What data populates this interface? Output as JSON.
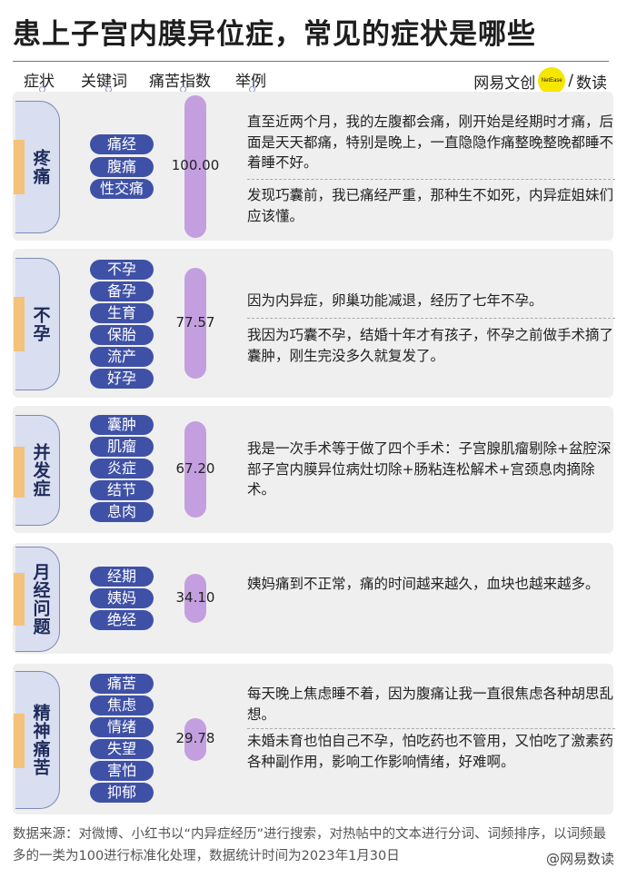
{
  "title": "患上子宫内膜异位症，常见的症状是哪些",
  "headers": {
    "symptom": "症状",
    "keywords": "关键词",
    "index": "痛苦指数",
    "examples": "举例"
  },
  "brand": {
    "name": "网易文创",
    "logo_text": "NetEase",
    "slash": "/",
    "sub": "数读"
  },
  "colors": {
    "keyword_pill": "#3f51a6",
    "bar": "#c49fe0",
    "tab_fill": "#d9def0",
    "tab_accent": "#f4c27a",
    "card": "#efefef"
  },
  "chart_data": {
    "type": "bar",
    "categories": [
      "疼痛",
      "不孕",
      "并发症",
      "月经问题",
      "精神痛苦"
    ],
    "values": [
      100.0,
      77.57,
      67.2,
      34.1,
      29.78
    ],
    "value_labels": [
      "100.00",
      "77.57",
      "67.20",
      "34.10",
      "29.78"
    ],
    "ylim": [
      0,
      100
    ]
  },
  "rows": [
    {
      "symptom": "疼痛",
      "keywords": [
        "痛经",
        "腹痛",
        "性交痛"
      ],
      "examples": [
        "直至近两个月，我的左腹都会痛，刚开始是经期时才痛，后面是天天都痛，特别是晚上，一直隐隐作痛整晚整晚都睡不着睡不好。",
        "发现巧囊前，我已痛经严重，那种生不如死，内异症姐妹们应该懂。"
      ]
    },
    {
      "symptom": "不孕",
      "keywords": [
        "不孕",
        "备孕",
        "生育",
        "保胎",
        "流产",
        "好孕"
      ],
      "examples": [
        "因为内异症，卵巢功能减退，经历了七年不孕。",
        "我因为巧囊不孕，结婚十年才有孩子，怀孕之前做手术摘了囊肿，刚生完没多久就复发了。"
      ]
    },
    {
      "symptom": "并发症",
      "keywords": [
        "囊肿",
        "肌瘤",
        "炎症",
        "结节",
        "息肉"
      ],
      "examples": [
        "我是一次手术等于做了四个手术：子宫腺肌瘤剔除+盆腔深部子宫内膜异位病灶切除+肠粘连松解术+宫颈息肉摘除术。"
      ]
    },
    {
      "symptom": "月经问题",
      "keywords": [
        "经期",
        "姨妈",
        "绝经"
      ],
      "examples": [
        "姨妈痛到不正常，痛的时间越来越久，血块也越来越多。"
      ]
    },
    {
      "symptom": "精神痛苦",
      "keywords": [
        "痛苦",
        "焦虑",
        "情绪",
        "失望",
        "害怕",
        "抑郁"
      ],
      "examples": [
        "每天晚上焦虑睡不着，因为腹痛让我一直很焦虑各种胡思乱想。",
        "未婚未育也怕自己不孕，怕吃药也不管用，又怕吃了激素药各种副作用，影响工作影响情绪，好难啊。"
      ]
    }
  ],
  "footer": "数据来源：对微博、小红书以“内异症经历”进行搜索，对热帖中的文本进行分词、词频排序，以词频最多的一类为100进行标准化处理，数据统计时间为2023年1月30日",
  "watermark": "@网易数读"
}
